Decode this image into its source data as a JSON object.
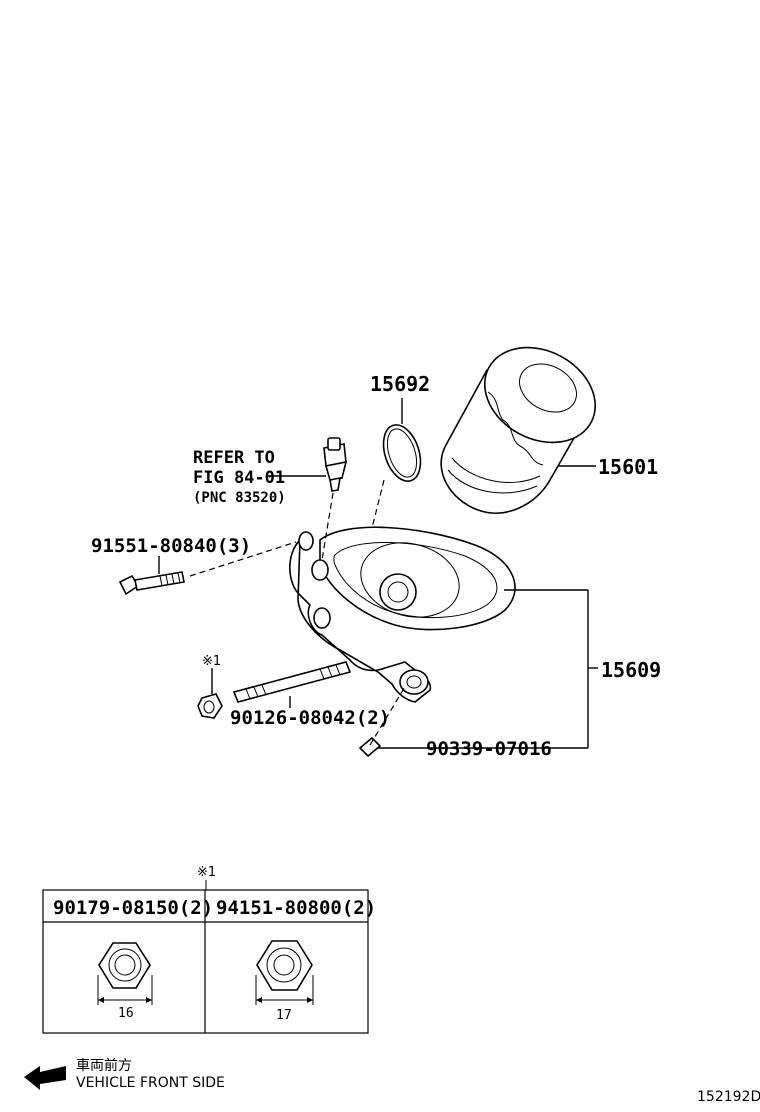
{
  "labels": {
    "refer_line1": "REFER TO",
    "refer_line2": "FIG 84-01",
    "refer_line3": "(PNC 83520)",
    "part_15692": "15692",
    "part_15601": "15601",
    "part_15609": "15609",
    "part_bolt": "91551-80840(3)",
    "part_stud": "90126-08042(2)",
    "part_pin": "90339-07016",
    "note_mark": "※1"
  },
  "table": {
    "note_mark": "※1",
    "columns": [
      {
        "part_no": "90179-08150(2)",
        "size": "16"
      },
      {
        "part_no": "94151-80800(2)",
        "size": "17"
      }
    ]
  },
  "footer": {
    "front_jp": "車両前方",
    "front_en": "VEHICLE FRONT SIDE",
    "figure_id": "152192D"
  }
}
